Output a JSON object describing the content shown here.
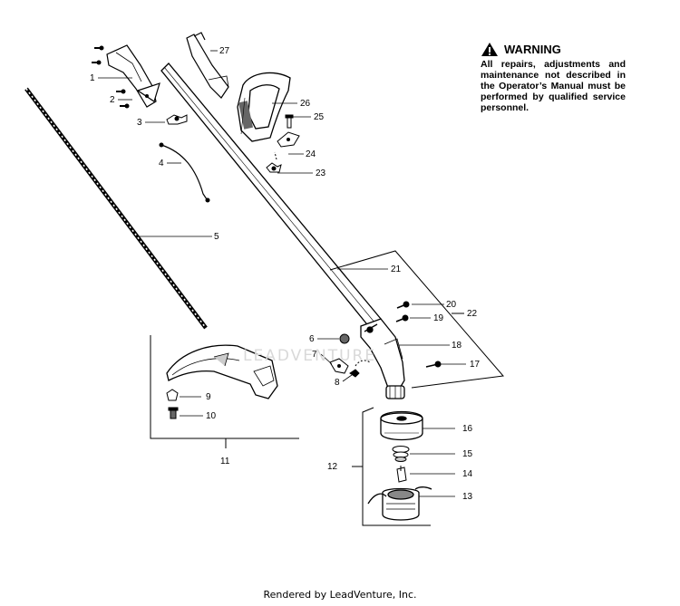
{
  "warning": {
    "heading": "WARNING",
    "body": "All repairs, adjustments and maintenance not described in the Operator’s Manual must be performed by qualified service personnel."
  },
  "callouts": {
    "p1": "1",
    "p2": "2",
    "p3": "3",
    "p4": "4",
    "p5": "5",
    "p6": "6",
    "p7": "7",
    "p8": "8",
    "p9": "9",
    "p10": "10",
    "p11": "11",
    "p12": "12",
    "p13": "13",
    "p14": "14",
    "p15": "15",
    "p16": "16",
    "p17": "17",
    "p18": "18",
    "p19": "19",
    "p20": "20",
    "p21": "21",
    "p22": "22",
    "p23": "23",
    "p24": "24",
    "p25": "25",
    "p26": "26",
    "p27": "27"
  },
  "watermark": "LEADVENTURE",
  "footer": "Rendered by LeadVenture, Inc."
}
